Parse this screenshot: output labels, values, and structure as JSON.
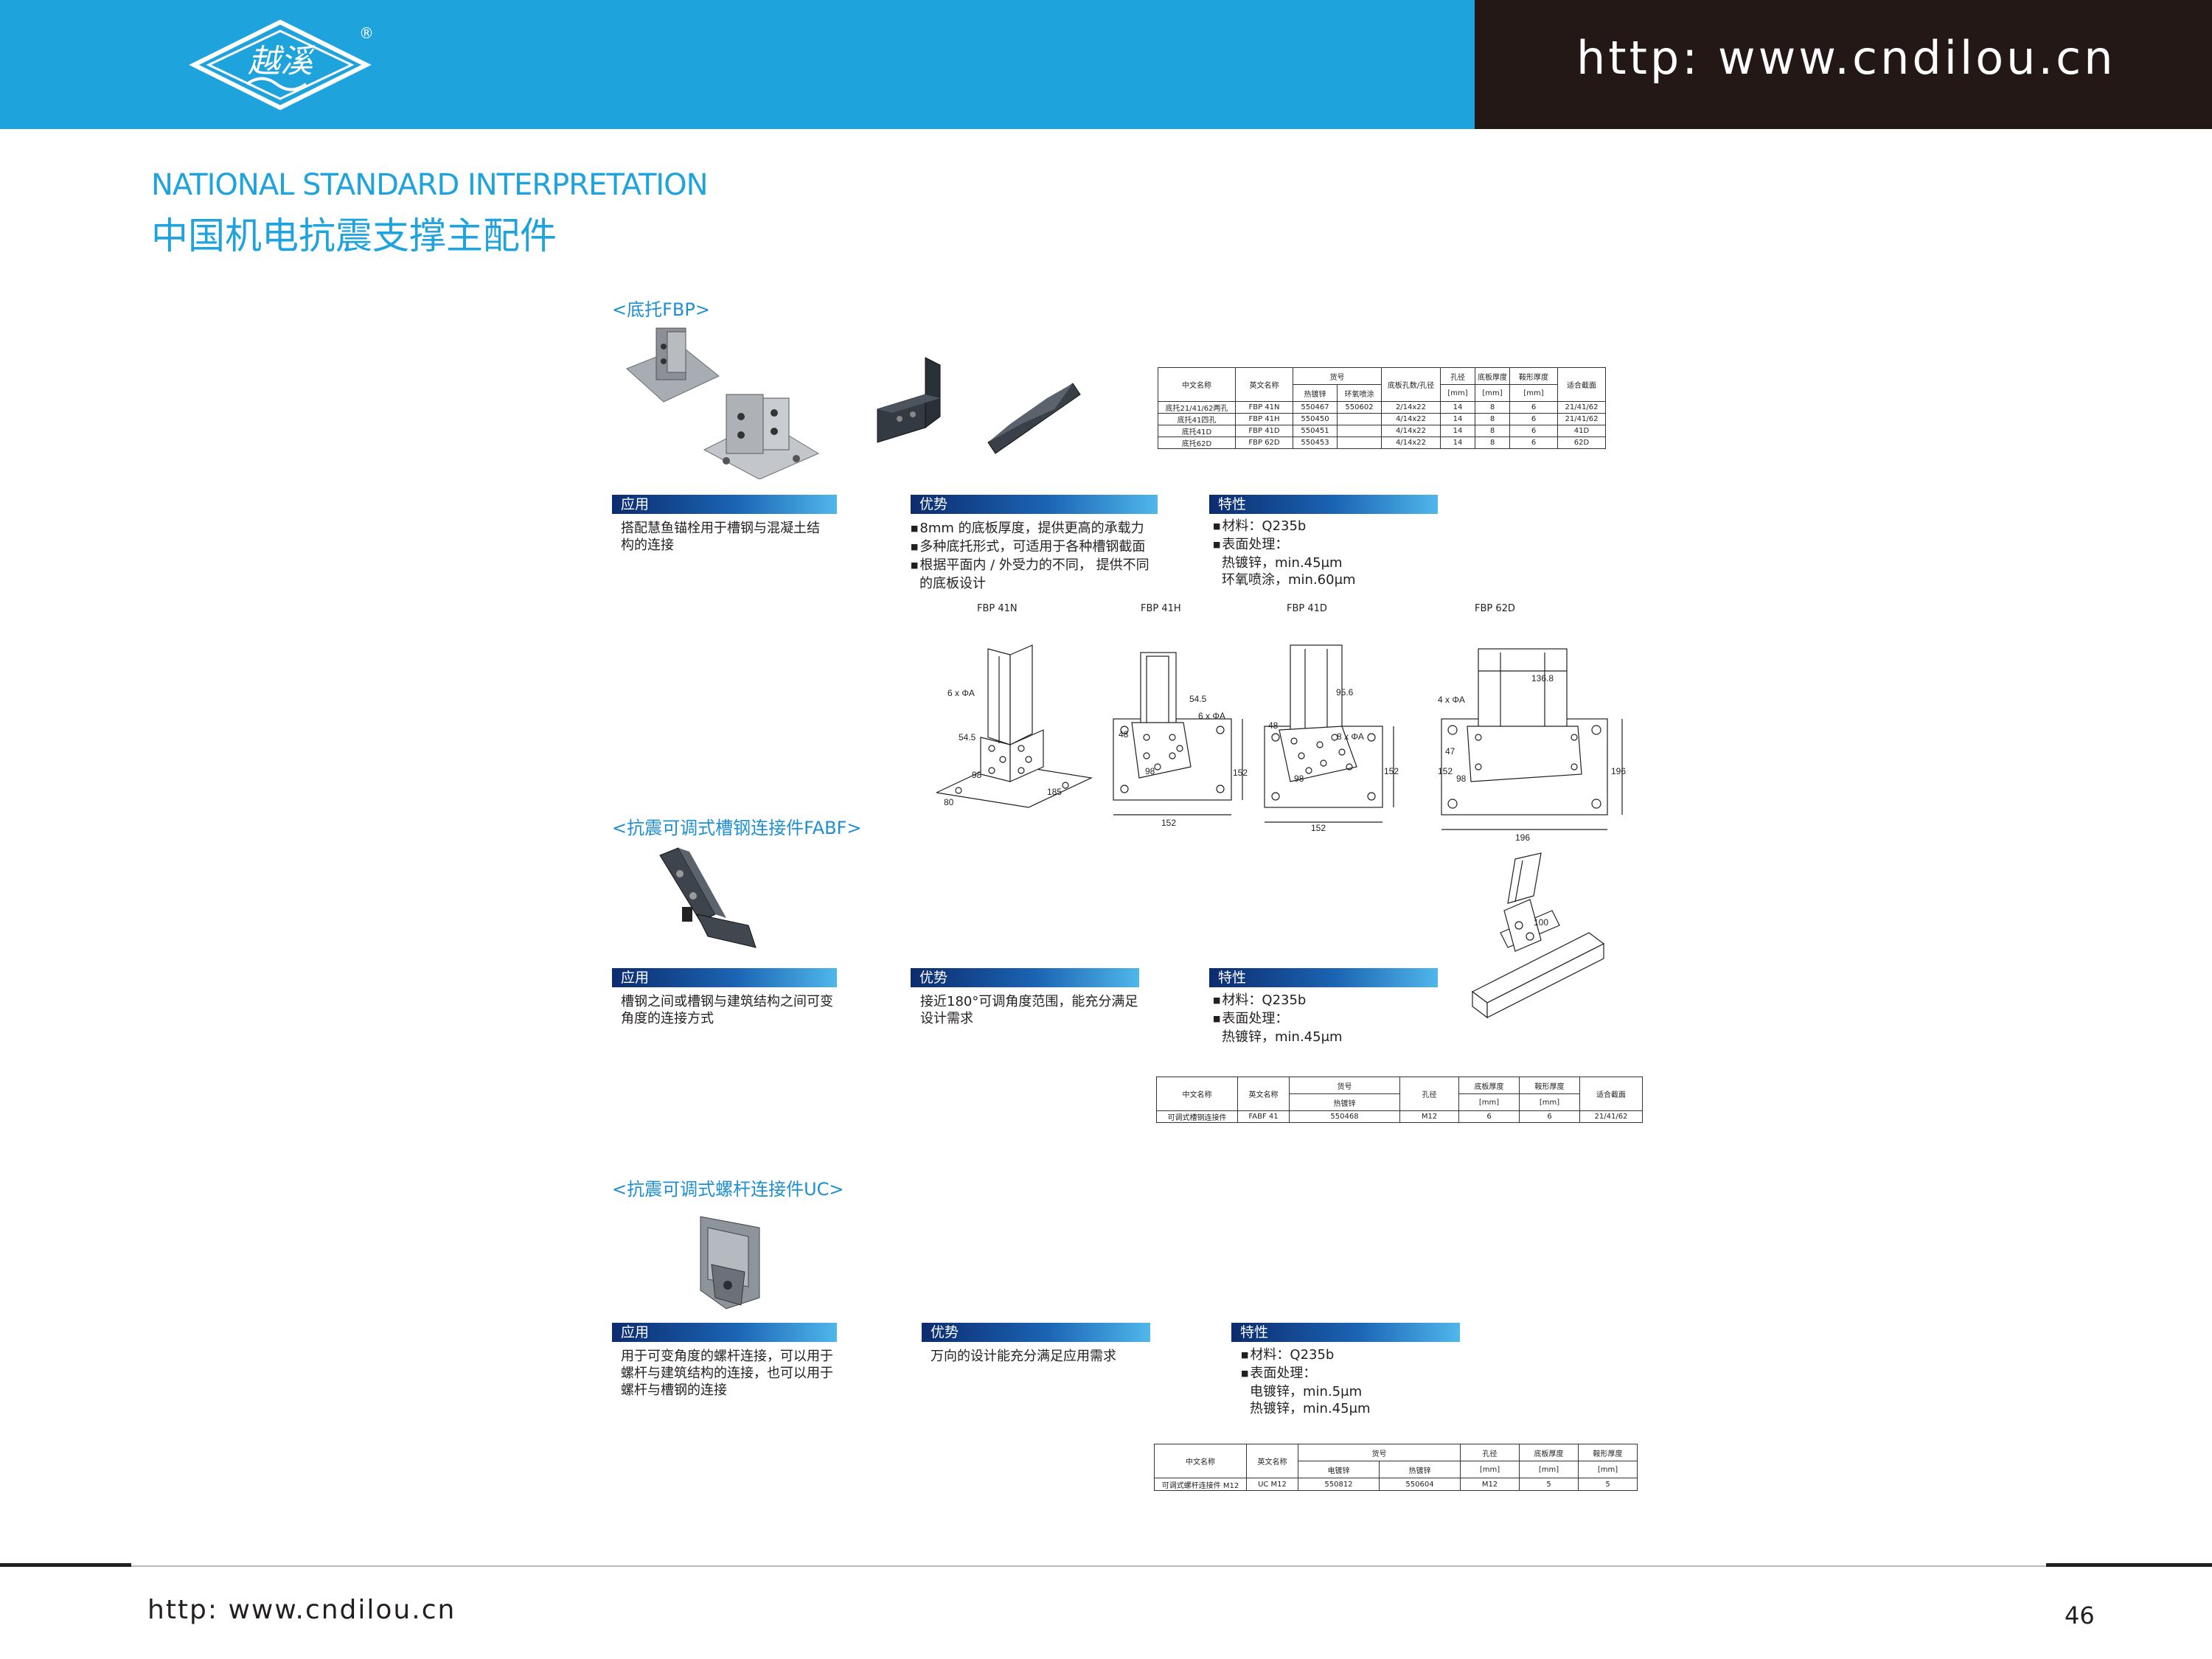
{
  "header": {
    "url": "http: www.cndilou.cn",
    "logo_mark": "®",
    "logo_text": "越溪"
  },
  "title": {
    "en": "NATIONAL STANDARD INTERPRETATION",
    "cn": "中国机电抗震支撑主配件"
  },
  "fbp": {
    "title": "<底托FBP>",
    "app_label": "应用",
    "app_text": [
      "搭配慧鱼锚栓用于槽钢与混凝土结",
      "构的连接"
    ],
    "adv_label": "优势",
    "adv_text": [
      "8mm 的底板厚度，提供更高的承载力",
      "多种底托形式，可适用于各种槽钢截面",
      "根据平面内 / 外受力的不同， 提供不同",
      "的底板设计"
    ],
    "feat_label": "特性",
    "feat_text": [
      "材料：Q235b",
      "表面处理：",
      "热镀锌，min.45μm",
      "环氧喷涂，min.60μm"
    ],
    "table": {
      "h1": [
        "中文名称",
        "英文名称",
        "货号",
        "底板孔数/孔径",
        "孔径",
        "底板厚度",
        "鞍形厚度",
        "适合截面"
      ],
      "h2": [
        "热镀锌",
        "环氧喷涂"
      ],
      "units": [
        "[mm]",
        "[mm]",
        "[mm]"
      ],
      "rows": [
        [
          "底托21/41/62两孔",
          "FBP 41N",
          "550467",
          "550602",
          "2/14x22",
          "14",
          "8",
          "6",
          "21/41/62"
        ],
        [
          "底托41四孔",
          "FBP 41H",
          "550450",
          "",
          "4/14x22",
          "14",
          "8",
          "6",
          "21/41/62"
        ],
        [
          "底托41D",
          "FBP 41D",
          "550451",
          "",
          "4/14x22",
          "14",
          "8",
          "6",
          "41D"
        ],
        [
          "底托62D",
          "FBP 62D",
          "550453",
          "",
          "4/14x22",
          "14",
          "8",
          "6",
          "62D"
        ]
      ]
    },
    "drawings": {
      "labels": [
        "FBP 41N",
        "FBP 41H",
        "FBP 41D",
        "FBP 62D"
      ],
      "d1": [
        "6 x ΦA",
        "54.5",
        "98",
        "80",
        "185"
      ],
      "d2": [
        "54.5",
        "6 x ΦA",
        "48",
        "98",
        "152",
        "152"
      ],
      "d3": [
        "95.6",
        "48",
        "8 x ΦA",
        "98",
        "152",
        "152"
      ],
      "d4": [
        "4 x ΦA",
        "136.8",
        "47",
        "98",
        "152",
        "196",
        "196"
      ]
    }
  },
  "fabf": {
    "title": "<抗震可调式槽钢连接件FABF>",
    "app_label": "应用",
    "app_text": [
      "槽钢之间或槽钢与建筑结构之间可变",
      "角度的连接方式"
    ],
    "adv_label": "优势",
    "adv_text": [
      "接近180°可调角度范围，能充分满足",
      "设计需求"
    ],
    "feat_label": "特性",
    "feat_text": [
      "材料：Q235b",
      "表面处理：",
      "热镀锌，min.45μm"
    ],
    "table": {
      "h1": [
        "中文名称",
        "英文名称",
        "货号",
        "孔径",
        "底板厚度",
        "鞍形厚度",
        "适合截面"
      ],
      "h2": [
        "热镀锌"
      ],
      "units": [
        "[mm]",
        "[mm]"
      ],
      "rows": [
        [
          "可调式槽钢连接件",
          "FABF 41",
          "550468",
          "M12",
          "6",
          "6",
          "21/41/62"
        ]
      ]
    }
  },
  "uc": {
    "title": "<抗震可调式螺杆连接件UC>",
    "app_label": "应用",
    "app_text": [
      "用于可变角度的螺杆连接，可以用于",
      "螺杆与建筑结构的连接，也可以用于",
      "螺杆与槽钢的连接"
    ],
    "adv_label": "优势",
    "adv_text": [
      "万向的设计能充分满足应用需求"
    ],
    "feat_label": "特性",
    "feat_text": [
      "材料：Q235b",
      "表面处理：",
      "电镀锌，min.5μm",
      "热镀锌，min.45μm"
    ],
    "table": {
      "h1": [
        "中文名称",
        "英文名称",
        "货号",
        "孔径",
        "底板厚度",
        "鞍形厚度"
      ],
      "h2": [
        "电镀锌",
        "热镀锌"
      ],
      "units": [
        "[mm]",
        "[mm]",
        "[mm]"
      ],
      "rows": [
        [
          "可调式螺杆连接件 M12",
          "UC M12",
          "550812",
          "550604",
          "M12",
          "5",
          "5"
        ]
      ]
    }
  },
  "footer": {
    "url": "http: www.cndilou.cn",
    "page": "46"
  },
  "colors": {
    "header_blue": "#1ea3dd",
    "header_dark": "#231815",
    "title_blue": "#1ea3dd",
    "bar_dark": "#0c2c6e",
    "bar_light": "#4fb7ea"
  }
}
